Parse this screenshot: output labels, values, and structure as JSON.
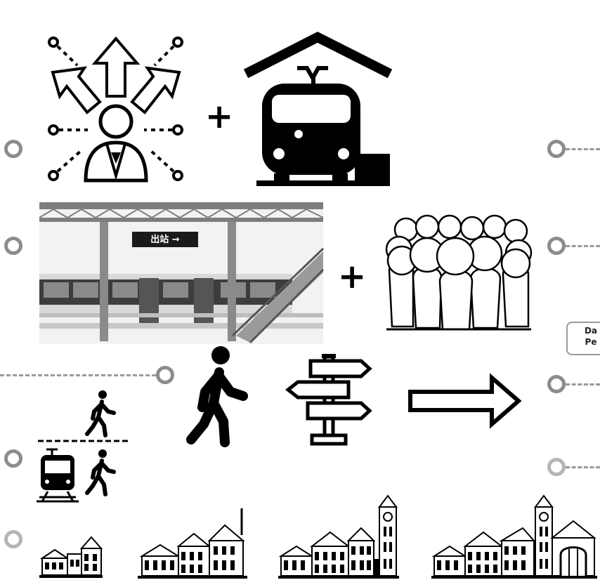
{
  "operators": {
    "plus": "+"
  },
  "platform_sign": {
    "text": "出站 →"
  },
  "side_label": {
    "lines": [
      "Da",
      "Pe"
    ]
  },
  "icons": {
    "decision": "person-with-arrows-icon",
    "station": "train-station-icon",
    "platform": "platform-photo",
    "crowd": "crowd-icon",
    "walker": "walking-person-icon",
    "signpost": "signpost-icon",
    "arrow": "right-arrow-icon",
    "levels": "train-and-walkers-icon",
    "buildings": [
      "station-building-small-icon",
      "station-building-medium-icon",
      "station-building-large-icon",
      "station-building-xlarge-icon"
    ]
  }
}
